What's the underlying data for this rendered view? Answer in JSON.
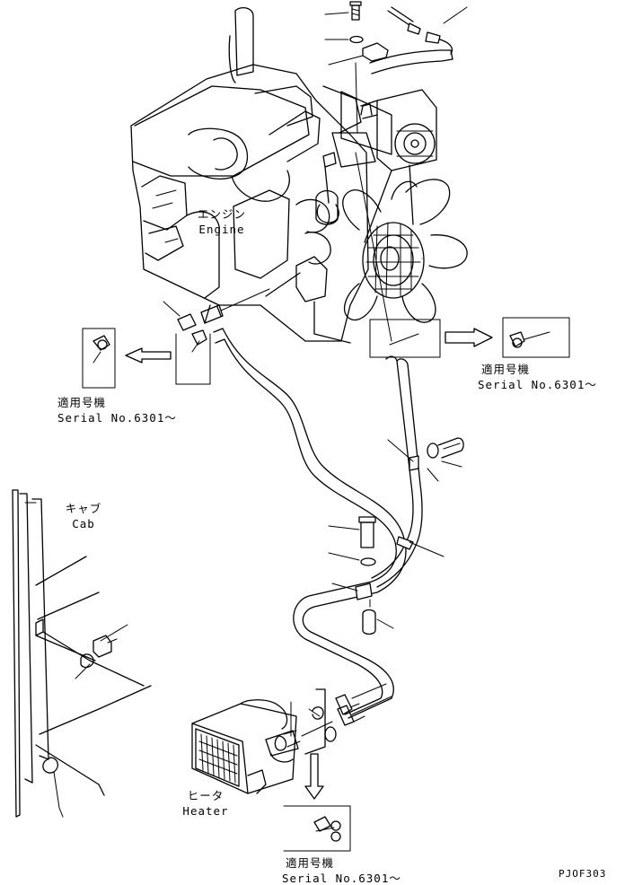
{
  "labels": {
    "engine_jp": "エンジン",
    "engine_en": "Engine",
    "cab_jp": "キャブ",
    "cab_en": "Cab",
    "heater_jp": "ヒータ",
    "heater_en": "Heater",
    "applicable_jp": "適用号機",
    "serial_range": "Serial No.6301～",
    "drawing_code": "PJOF303"
  }
}
